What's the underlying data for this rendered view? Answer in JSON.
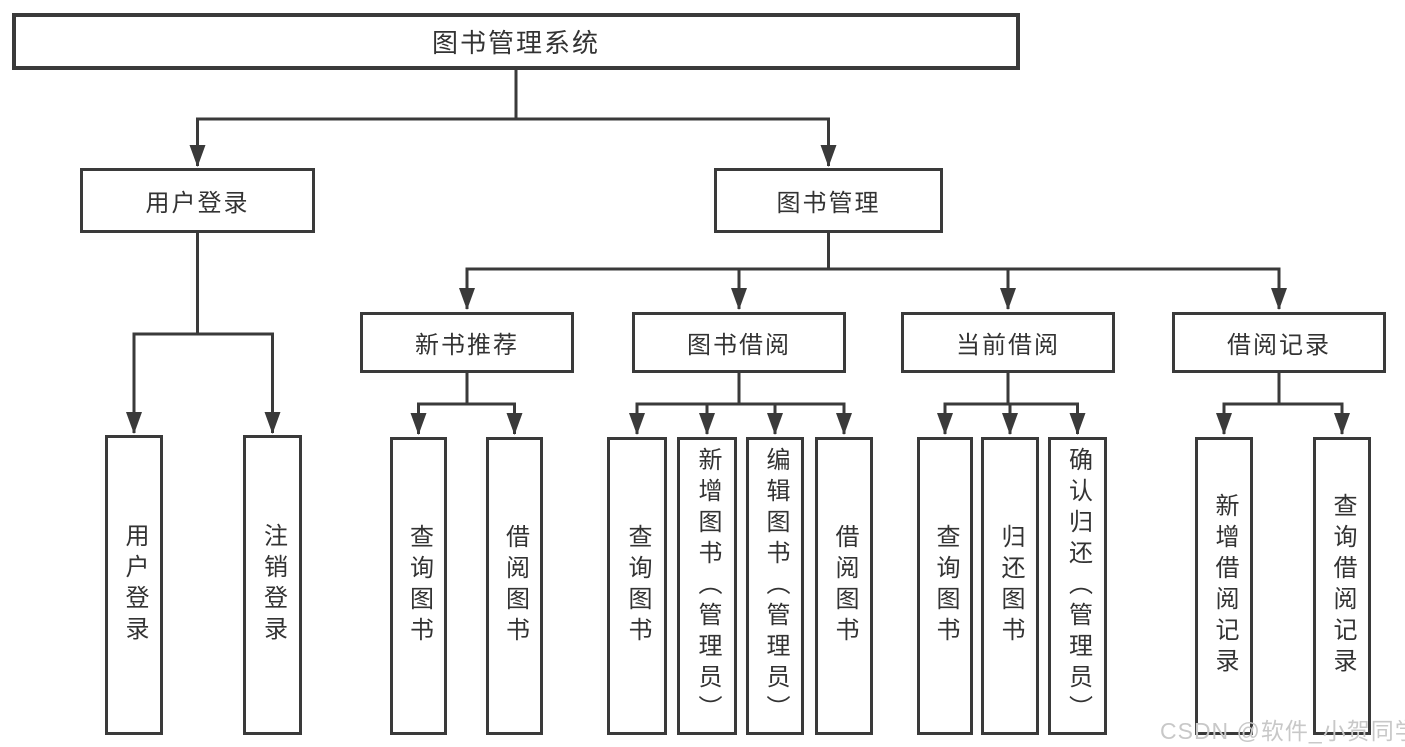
{
  "colors": {
    "line": "#3a3a3a",
    "box_border": "#3a3a3a",
    "text": "#333333",
    "watermark": "#c8c8c8",
    "background": "#ffffff"
  },
  "diagram": {
    "root": {
      "label": "图书管理系统"
    },
    "branches": [
      {
        "label": "用户登录",
        "children": [
          {
            "label": "用户登录"
          },
          {
            "label": "注销登录"
          }
        ]
      },
      {
        "label": "图书管理",
        "children": [
          {
            "label": "新书推荐",
            "children": [
              {
                "label": "查询图书"
              },
              {
                "label": "借阅图书"
              }
            ]
          },
          {
            "label": "图书借阅",
            "children": [
              {
                "label": "查询图书"
              },
              {
                "label": "新增图书（管理员）"
              },
              {
                "label": "编辑图书（管理员）"
              },
              {
                "label": "借阅图书"
              }
            ]
          },
          {
            "label": "当前借阅",
            "children": [
              {
                "label": "查询图书"
              },
              {
                "label": "归还图书"
              },
              {
                "label": "确认归还（管理员）"
              }
            ]
          },
          {
            "label": "借阅记录",
            "children": [
              {
                "label": "新增借阅记录"
              },
              {
                "label": "查询借阅记录"
              }
            ]
          }
        ]
      }
    ]
  },
  "watermark": {
    "text": "CSDN @软件_小贺同学"
  }
}
